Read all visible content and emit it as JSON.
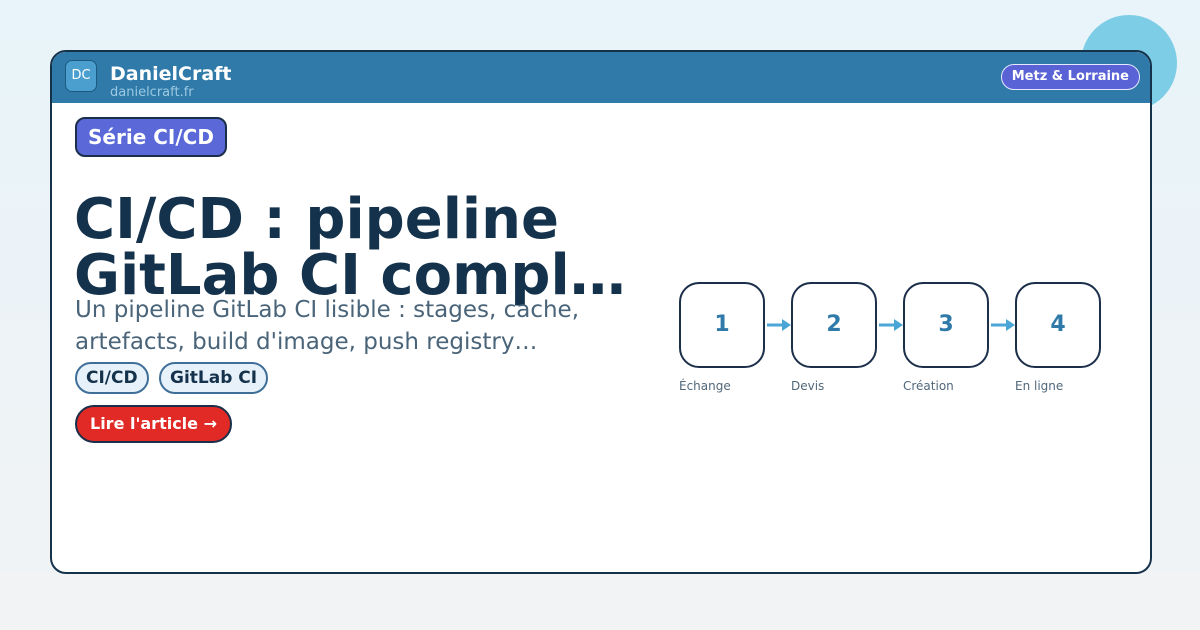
{
  "header": {
    "logo_text": "DC",
    "brand_name": "DanielCraft",
    "brand_url": "danielcraft.fr",
    "region_badge": "Metz & Lorraine"
  },
  "article": {
    "series": "Série CI/CD",
    "title_lines": [
      "CI/CD : pipeline",
      "GitLab CI compl…"
    ],
    "excerpt_lines": [
      "Un pipeline GitLab CI lisible : stages, cache,",
      "artefacts, build d'image, push registry…"
    ],
    "tags": [
      "CI/CD",
      "GitLab CI"
    ],
    "cta_label": "Lire l'article →"
  },
  "steps": [
    {
      "number": "1",
      "label": "Échange"
    },
    {
      "number": "2",
      "label": "Devis"
    },
    {
      "number": "3",
      "label": "Création"
    },
    {
      "number": "4",
      "label": "En ligne"
    }
  ],
  "colors": {
    "header": "#2f7aa9",
    "accent": "#5a68d8",
    "cta": "#e12a26",
    "title": "#14324b",
    "arrow": "#4aa6d6"
  }
}
